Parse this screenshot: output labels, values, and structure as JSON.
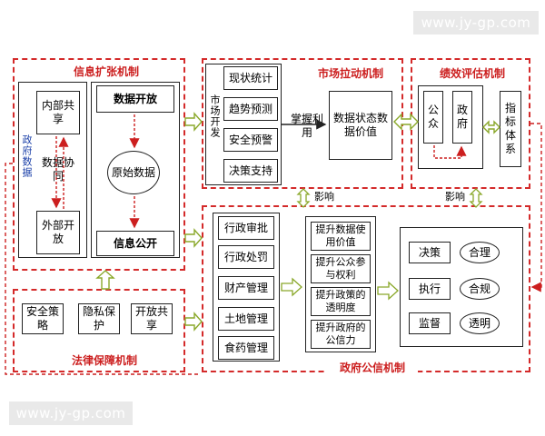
{
  "watermark_top": "www.jy-gp.com",
  "watermark_bottom": "www.jy-gp.com",
  "left_module": {
    "title": "信息扩张机制",
    "side_label": "政府数据",
    "inner_share": "内部共享",
    "data_coord": "数据协同",
    "outer_open": "外部开放",
    "data_open": "数据开放",
    "raw_data": "原始数据",
    "info_public": "信息公开"
  },
  "legal_module": {
    "title": "法律保障机制",
    "items": [
      "安全策略",
      "隐私保护",
      "开放共享"
    ]
  },
  "market_module": {
    "title": "市场拉动机制",
    "side_label": "市场开发",
    "items": [
      "现状统计",
      "趋势预测",
      "安全预警",
      "决策支持"
    ],
    "grasp_use": "掌握利用",
    "result": "数据状态数据价值"
  },
  "perf_module": {
    "title": "绩效评估机制",
    "public": "公众",
    "gov": "政府",
    "index": "指标体系"
  },
  "influence_1": "影响",
  "influence_2": "影响",
  "gov_module": {
    "title": "政府公信机制",
    "admin_items": [
      "行政审批",
      "行政处罚",
      "财产管理",
      "土地管理",
      "食药管理"
    ],
    "improve_items": [
      "提升数据使用价值",
      "提升公众参与权利",
      "提升政策的透明度",
      "提升政府的公信力"
    ],
    "processes": [
      "决策",
      "执行",
      "监督"
    ],
    "qualities": [
      "合理",
      "合规",
      "透明"
    ]
  }
}
